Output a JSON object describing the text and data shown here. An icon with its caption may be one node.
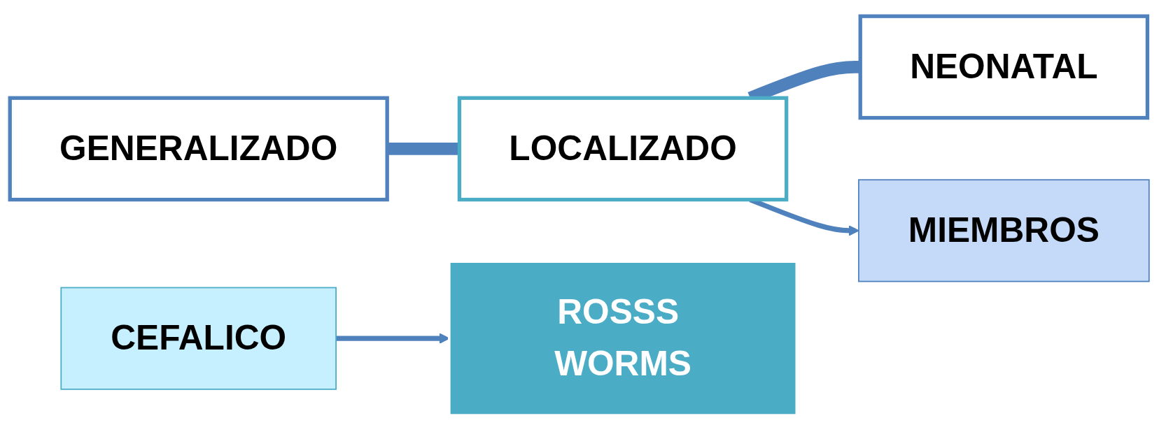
{
  "diagram": {
    "nodes": [
      {
        "text": [
          "GENERALIZADO"
        ]
      },
      {
        "text": [
          "LOCALIZADO"
        ]
      },
      {
        "text": [
          "NEONATAL"
        ]
      },
      {
        "text": [
          "MIEMBROS"
        ]
      },
      {
        "text": [
          "CEFALICO"
        ]
      },
      {
        "text": [
          "ROSSS WORMS"
        ]
      }
    ],
    "edges": [
      {
        "from": 0,
        "to": 1,
        "arrow": "none",
        "style": "thick"
      },
      {
        "from": 1,
        "to": 2,
        "arrow": "none",
        "style": "thick"
      },
      {
        "from": 1,
        "to": 3,
        "arrow": "to"
      },
      {
        "from": 4,
        "to": 5,
        "arrow": "to"
      }
    ]
  }
}
